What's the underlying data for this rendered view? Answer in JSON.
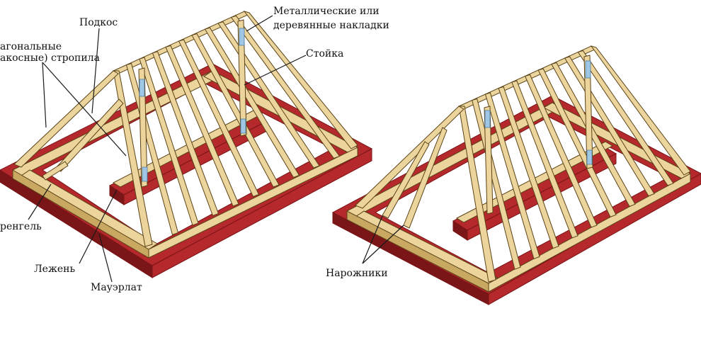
{
  "labels": {
    "podkos": "Подкос",
    "diag_line1": "агональные",
    "diag_line2": "акосные) стропила",
    "metal_line1": "Металлические или",
    "metal_line2": "деревянные накладки",
    "stoyka": "Стойка",
    "shprengel": "ренгель",
    "lezhen": "Лежень",
    "mauerlat": "Мауэрлат",
    "narozhniki": "Нарожники"
  },
  "colors": {
    "brick": "#b5282b",
    "brick_dark": "#7a1518",
    "brick_mortar": "#e7c7c7",
    "timber": "#ecd59c",
    "timber_side": "#c9a862",
    "timber_stroke": "#5b4318",
    "plate": "#9fc6e4",
    "leader": "#1a1a1a"
  }
}
